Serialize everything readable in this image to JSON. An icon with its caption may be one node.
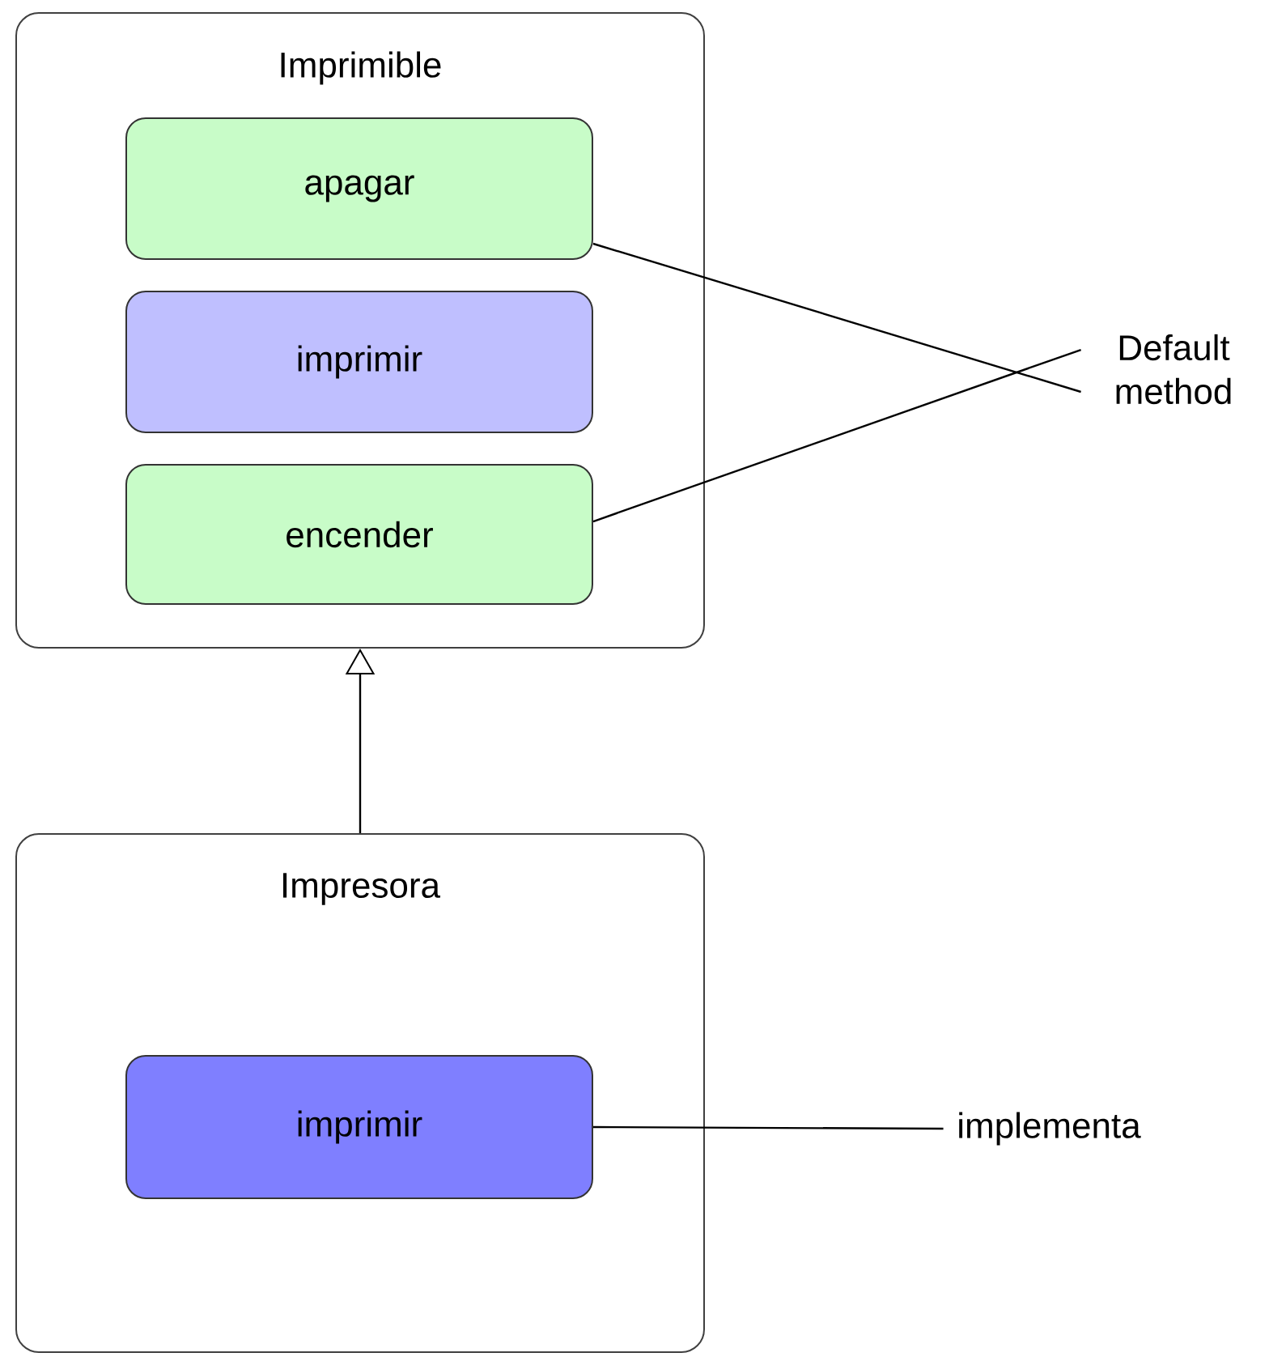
{
  "diagram": {
    "nodes": [
      {
        "text": [
          "Imprimible"
        ]
      },
      {
        "text": [
          "apagar"
        ],
        "in": 0
      },
      {
        "text": [
          "imprimir"
        ],
        "in": 0
      },
      {
        "text": [
          "encender"
        ],
        "in": 0
      },
      {
        "text": [
          "Default method"
        ]
      },
      {
        "text": [
          "Impresora"
        ]
      },
      {
        "text": [
          "imprimir"
        ],
        "in": 5
      },
      {
        "text": [
          "implementa"
        ]
      }
    ],
    "edges": [
      {
        "from": 5,
        "to": 0,
        "arrow": "to"
      },
      {
        "from": 4,
        "to": 1,
        "arrow": "none"
      },
      {
        "from": 4,
        "to": 3,
        "arrow": "none"
      },
      {
        "from": 7,
        "to": 6,
        "arrow": "none"
      }
    ]
  }
}
